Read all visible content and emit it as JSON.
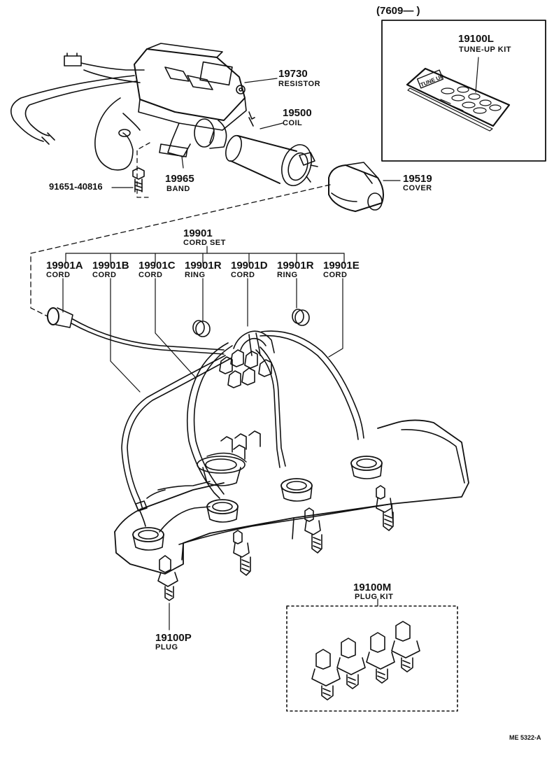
{
  "header": {
    "date_range": "(7609—          )"
  },
  "parts": {
    "tune_up_kit": {
      "number": "19100L",
      "name": "TUNE-UP KIT",
      "kit_label": "TUNE UP"
    },
    "resistor": {
      "number": "19730",
      "name": "RESISTOR"
    },
    "coil": {
      "number": "19500",
      "name": "COIL"
    },
    "band": {
      "number": "19965",
      "name": "BAND"
    },
    "bolt": {
      "number": "91651-40816"
    },
    "cover": {
      "number": "19519",
      "name": "COVER"
    },
    "cord_set": {
      "number": "19901",
      "name": "CORD SET"
    },
    "cord_a": {
      "number": "19901A",
      "name": "CORD"
    },
    "cord_b": {
      "number": "19901B",
      "name": "CORD"
    },
    "cord_c": {
      "number": "19901C",
      "name": "CORD"
    },
    "ring_1": {
      "number": "19901R",
      "name": "RING"
    },
    "cord_d": {
      "number": "19901D",
      "name": "CORD"
    },
    "ring_2": {
      "number": "19901R",
      "name": "RING"
    },
    "cord_e": {
      "number": "19901E",
      "name": "CORD"
    },
    "plug_kit": {
      "number": "19100M",
      "name": "PLUG KIT"
    },
    "plug": {
      "number": "19100P",
      "name": "PLUG"
    }
  },
  "footer": {
    "code": "ME 5322-A"
  },
  "style": {
    "ink": "#111111",
    "paper": "#ffffff"
  }
}
